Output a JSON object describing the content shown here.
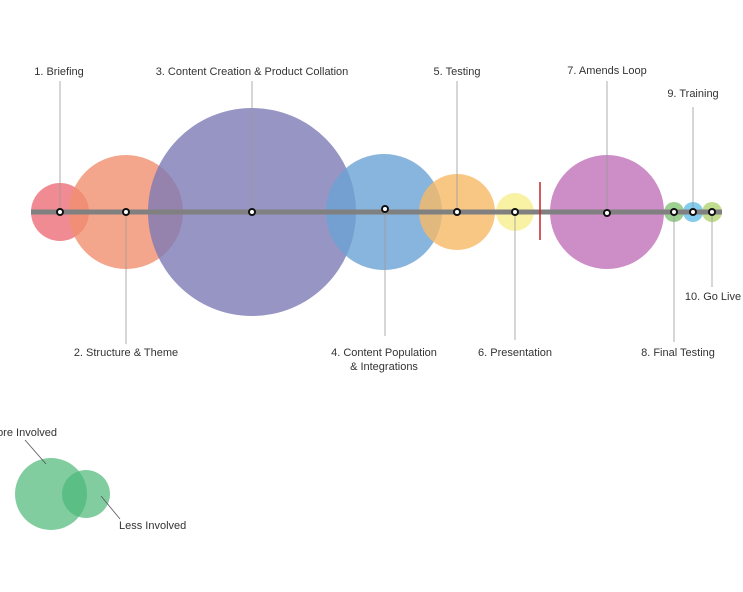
{
  "stages": [
    {
      "id": "briefing",
      "label": "1. Briefing",
      "color": "#ee6e78"
    },
    {
      "id": "structure",
      "label": "2. Structure & Theme",
      "color": "#f0906e"
    },
    {
      "id": "content-creation",
      "label": "3. Content Creation & Product Collation",
      "color": "#7d7ab5"
    },
    {
      "id": "content-population",
      "label_line1": "4.  Content Population",
      "label_line2": "& Integrations",
      "color": "#6aa3d5"
    },
    {
      "id": "testing",
      "label": "5. Testing",
      "color": "#f7b965"
    },
    {
      "id": "presentation",
      "label": "6. Presentation",
      "color": "#f8ef8e"
    },
    {
      "id": "amends-loop",
      "label": "7. Amends Loop",
      "color": "#c171b8"
    },
    {
      "id": "final-testing",
      "label": "8. Final Testing",
      "color": "#8cc77f"
    },
    {
      "id": "training",
      "label": "9. Training",
      "color": "#6ec3ea"
    },
    {
      "id": "go-live",
      "label": "10. Go Live",
      "color": "#b6d67a"
    }
  ],
  "timeline_color": "#808080",
  "marker_color": "#c8242c",
  "legend": {
    "more_label": "More Involved",
    "less_label": "Less Involved",
    "color": "#4cb877"
  }
}
